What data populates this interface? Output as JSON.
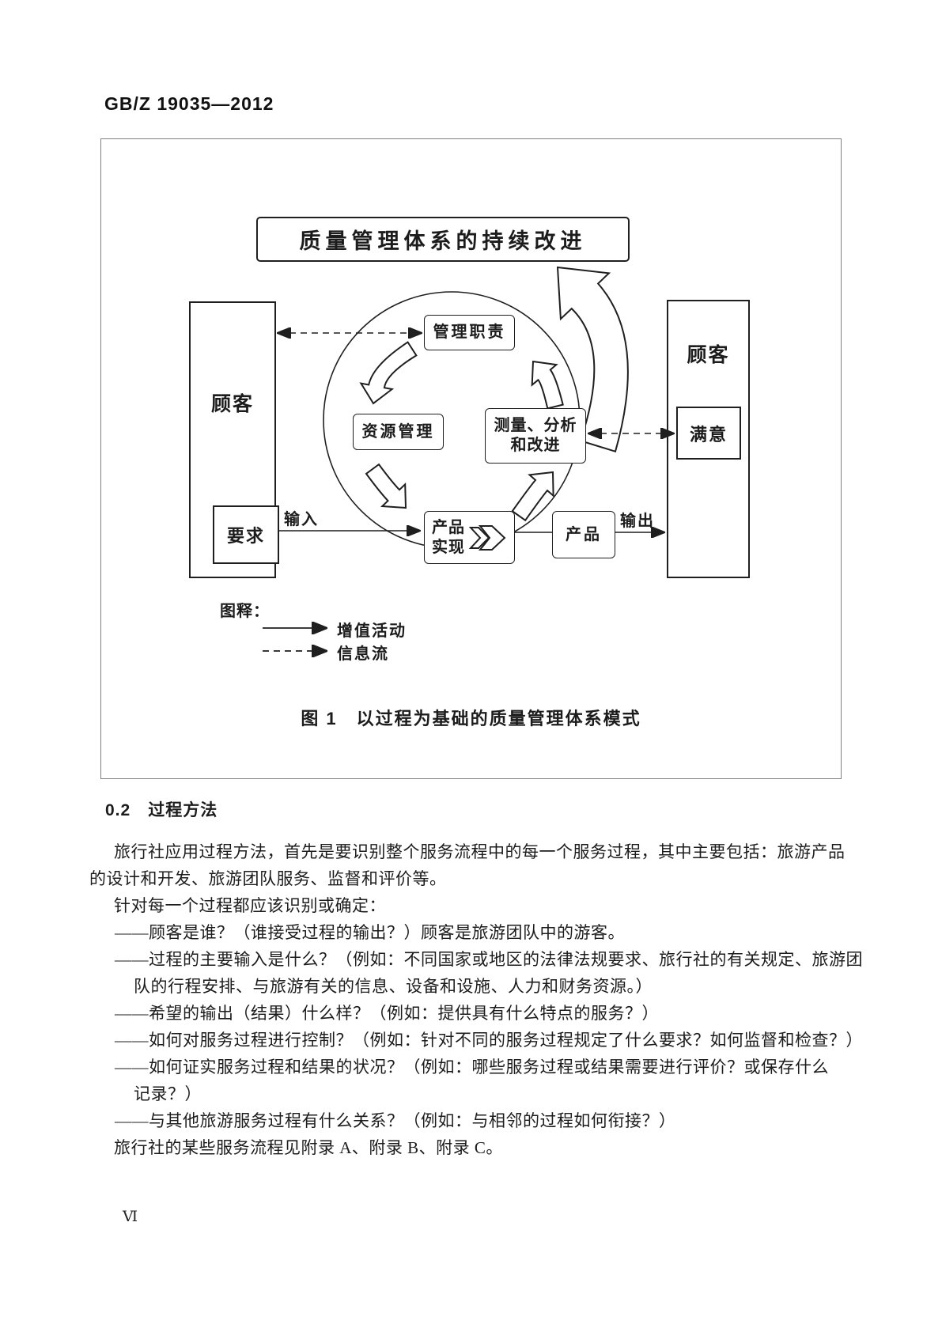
{
  "page": {
    "header": "GB/Z 19035—2012",
    "page_number": "Ⅵ"
  },
  "figure": {
    "top_banner": "质量管理体系的持续改进",
    "left_customer": {
      "title": "顾客",
      "inner": "要求"
    },
    "right_customer": {
      "title": "顾客",
      "inner": "满意"
    },
    "nodes": {
      "management": "管理职责",
      "resources": "资源管理",
      "measurement_line1": "测量、分析",
      "measurement_line2": "和改进",
      "realization_line1": "产品",
      "realization_line2": "实现",
      "product": "产品"
    },
    "labels": {
      "input": "输入",
      "output": "输出"
    },
    "legend": {
      "title": "图释：",
      "solid": "增值活动",
      "dashed": "信息流"
    },
    "caption": "图 1　以过程为基础的质量管理体系模式"
  },
  "section": {
    "number": "0.2",
    "title": "过程方法"
  },
  "body": {
    "lines": [
      {
        "text": "旅行社应用过程方法，首先是要识别整个服务流程中的每一个服务过程，其中主要包括：旅游产品"
      },
      {
        "text": "的设计和开发、旅游团队服务、监督和评价等。"
      },
      {
        "text": "针对每一个过程都应该识别或确定："
      },
      {
        "text": "——顾客是谁？（谁接受过程的输出？）顾客是旅游团队中的游客。"
      },
      {
        "text": "——过程的主要输入是什么？（例如：不同国家或地区的法律法规要求、旅行社的有关规定、旅游团"
      },
      {
        "text": "队的行程安排、与旅游有关的信息、设备和设施、人力和财务资源。）"
      },
      {
        "text": "——希望的输出（结果）什么样？（例如：提供具有什么特点的服务？）"
      },
      {
        "text": "——如何对服务过程进行控制？（例如：针对不同的服务过程规定了什么要求？如何监督和检查？）"
      },
      {
        "text": "——如何证实服务过程和结果的状况？（例如：哪些服务过程或结果需要进行评价？或保存什么"
      },
      {
        "text": "记录？）"
      },
      {
        "text": "——与其他旅游服务过程有什么关系？（例如：与相邻的过程如何衔接？）"
      },
      {
        "text": "旅行社的某些服务流程见附录 A、附录 B、附录 C。"
      }
    ]
  }
}
